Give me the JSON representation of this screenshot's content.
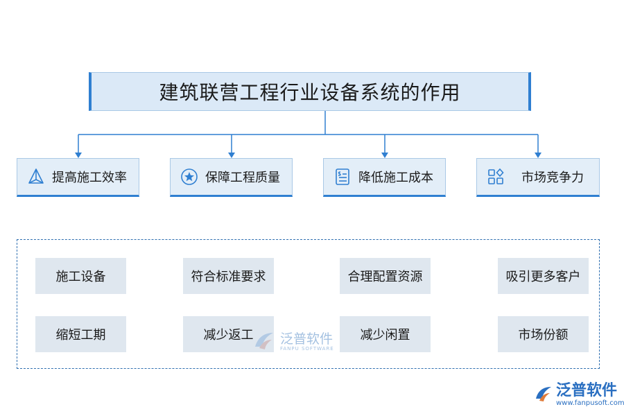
{
  "title": "建筑联营工程行业设备系统的作用",
  "categories": [
    {
      "label": "提高施工效率",
      "icon": "pyramid-icon"
    },
    {
      "label": "保障工程质量",
      "icon": "star-badge-icon"
    },
    {
      "label": "降低施工成本",
      "icon": "cost-document-icon"
    },
    {
      "label": "市场竞争力",
      "icon": "grid-diamond-icon"
    }
  ],
  "items": {
    "row1": [
      "施工设备",
      "符合标准要求",
      "合理配置资源",
      "吸引更多客户"
    ],
    "row2": [
      "缩短工期",
      "减少返工",
      "减少闲置",
      "市场份额"
    ]
  },
  "watermark": {
    "center_cn": "泛普软件",
    "center_en": "FANPU SOFTWARE",
    "corner_cn": "泛普软件",
    "corner_url": "www.fanpusoft.com"
  },
  "colors": {
    "accent": "#2f7fd1",
    "box_fill": "#dbe9f7",
    "item_fill": "#dfe7ef",
    "dash": "#2f6fb0"
  }
}
